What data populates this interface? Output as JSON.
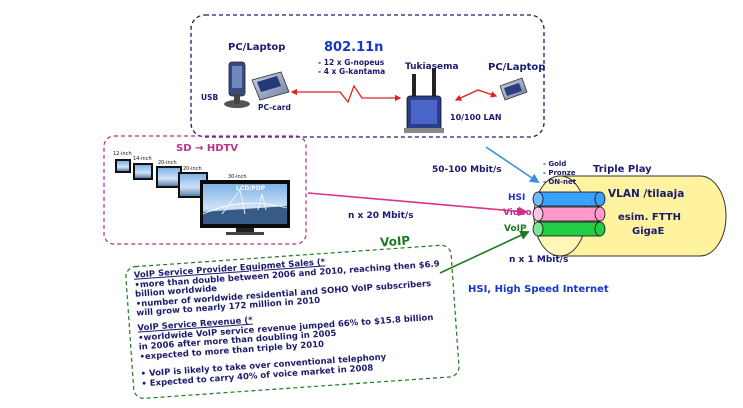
{
  "wifi_box": {
    "standard": "802.11n",
    "speed_notes": [
      "- 12 x G-nopeus",
      "- 4 x G-kantama"
    ],
    "left_device_title": "PC/Laptop",
    "usb_label": "USB",
    "pccard_label": "PC-card",
    "base_station_label": "Tukiasema",
    "right_device_title": "PC/Laptop",
    "lan_label": "10/100 LAN"
  },
  "hdtv_box": {
    "title": "SD → HDTV",
    "tv_sizes": [
      "12-inch",
      "14-inch",
      "20-inch",
      "20-inch",
      "30-inch"
    ],
    "big_tv_caption": "LCD/PDP"
  },
  "links": {
    "wifi_rate": "50-100 Mbit/s",
    "hdtv_rate": "n x 20 Mbit/s",
    "voip_rate": "n x 1 Mbit/s"
  },
  "service_levels": [
    "- Gold",
    "- Pronze",
    "- ON-net"
  ],
  "triple_play": {
    "title": "Triple Play",
    "cables": [
      "HSI",
      "Video",
      "VoIP"
    ],
    "vlan_label": "VLAN /tilaaja",
    "ftth_label_1": "esim. FTTH",
    "ftth_label_2": "GigaE"
  },
  "hsi_caption": "HSI, High Speed Internet",
  "voip_box": {
    "title": "VoIP",
    "lines": [
      "VoIP Service Provider Equipmet Sales (*",
      "•more than double between 2006 and 2010, reaching then $6.9",
      "  billion worldwide",
      "•number of worldwide residential and SOHO VoIP subscribers",
      "  will grow to nearly 172 million in 2010",
      "VoIP Service Revenue (*",
      "•worldwide VoIP service revenue jumped 66% to $15.8 billion",
      "  in 2006 after more than doubling in 2005",
      "•expected to more than triple by 2010",
      "• VoIP is likely to take over conventional  telephony",
      "• Expected to carry 40% of voice market in 2008"
    ]
  },
  "colors": {
    "wifi_box_border": "#1c1c6e",
    "hdtv_box_border": "#b03080",
    "voip_box_border": "#1e7a1e",
    "wifi_arrow": "#3a8fe0",
    "hdtv_arrow": "#e0308a",
    "voip_arrow": "#1e7a1e",
    "wifi_link": "#e02020",
    "fiber_fill": "#fff3a0",
    "hsi_cable": "#3aa0ff",
    "video_cable": "#ff99cc",
    "voip_cable": "#22cc44"
  }
}
